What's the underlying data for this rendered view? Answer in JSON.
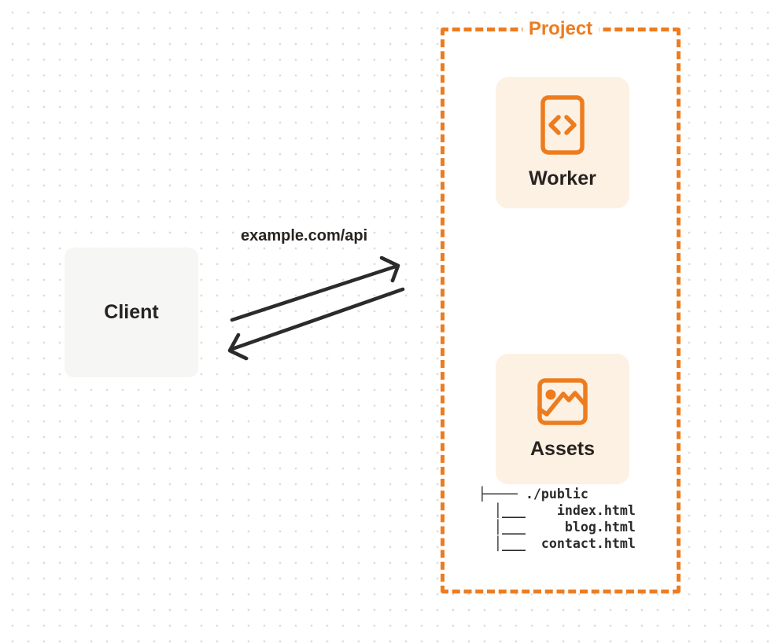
{
  "colors": {
    "accent": "#ED7C1F",
    "card_bg": "#FCF1E3",
    "client_bg": "#F6F6F5",
    "ink": "#272320",
    "arrow": "#2B2B2B",
    "dot": "#DCDCDC",
    "tree_ink": "#2A2A2A"
  },
  "client": {
    "label": "Client"
  },
  "request": {
    "url_label": "example.com/api"
  },
  "project": {
    "label": "Project",
    "worker": {
      "label": "Worker",
      "icon": "code-file-icon"
    },
    "assets": {
      "label": "Assets",
      "icon": "image-icon"
    },
    "file_tree": {
      "lines": [
        "├──── ./public",
        "  │___    index.html",
        "  │___     blog.html",
        "  │___  contact.html"
      ]
    }
  }
}
